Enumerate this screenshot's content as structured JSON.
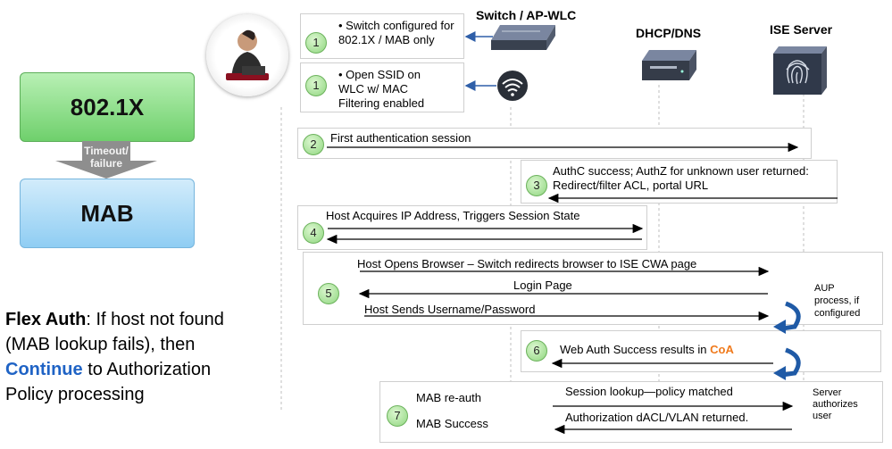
{
  "left": {
    "box_top": "802.1X",
    "box_bottom": "MAB",
    "transition_line1": "Timeout/",
    "transition_line2": "failure",
    "flex_bold": "Flex Auth",
    "flex_text1": ": If host not found (MAB lookup fails), then ",
    "flex_continue": "Continue",
    "flex_text2": " to Authorization Policy processing"
  },
  "columns": {
    "switch": "Switch / AP-WLC",
    "dhcp": "DHCP/DNS",
    "ise": "ISE Server"
  },
  "notes": [
    {
      "step": "1",
      "lines": [
        "• Switch configured for",
        "802.1X / MAB only"
      ]
    },
    {
      "step": "1",
      "lines": [
        "• Open SSID on",
        "WLC w/ MAC",
        "Filtering enabled"
      ]
    }
  ],
  "steps": {
    "s2": {
      "num": "2",
      "label": "First authentication session"
    },
    "s3": {
      "num": "3",
      "line1": "AuthC success; AuthZ for unknown user returned:",
      "line2": "Redirect/filter ACL, portal URL"
    },
    "s4": {
      "num": "4",
      "label": "Host Acquires IP Address, Triggers Session State"
    },
    "s5": {
      "num": "5",
      "a": "Host Opens Browser – Switch redirects browser to ISE CWA page",
      "b": "Login Page",
      "c": "Host Sends Username/Password"
    },
    "s6": {
      "num": "6",
      "label_pre": "Web Auth Success results in ",
      "label_coa": "CoA"
    },
    "s7": {
      "num": "7",
      "mab_reauth": "MAB re-auth",
      "mab_success": "MAB Success",
      "lookup": "Session lookup—policy matched",
      "returned": "Authorization dACL/VLAN returned."
    }
  },
  "side_notes": {
    "aup": [
      "AUP",
      "process, if",
      "configured"
    ],
    "server": [
      "Server",
      "authorizes",
      "user"
    ]
  },
  "colors": {
    "coa": "#f07a1c",
    "continue": "#1f63c5",
    "step_green": "#8fd67f"
  }
}
